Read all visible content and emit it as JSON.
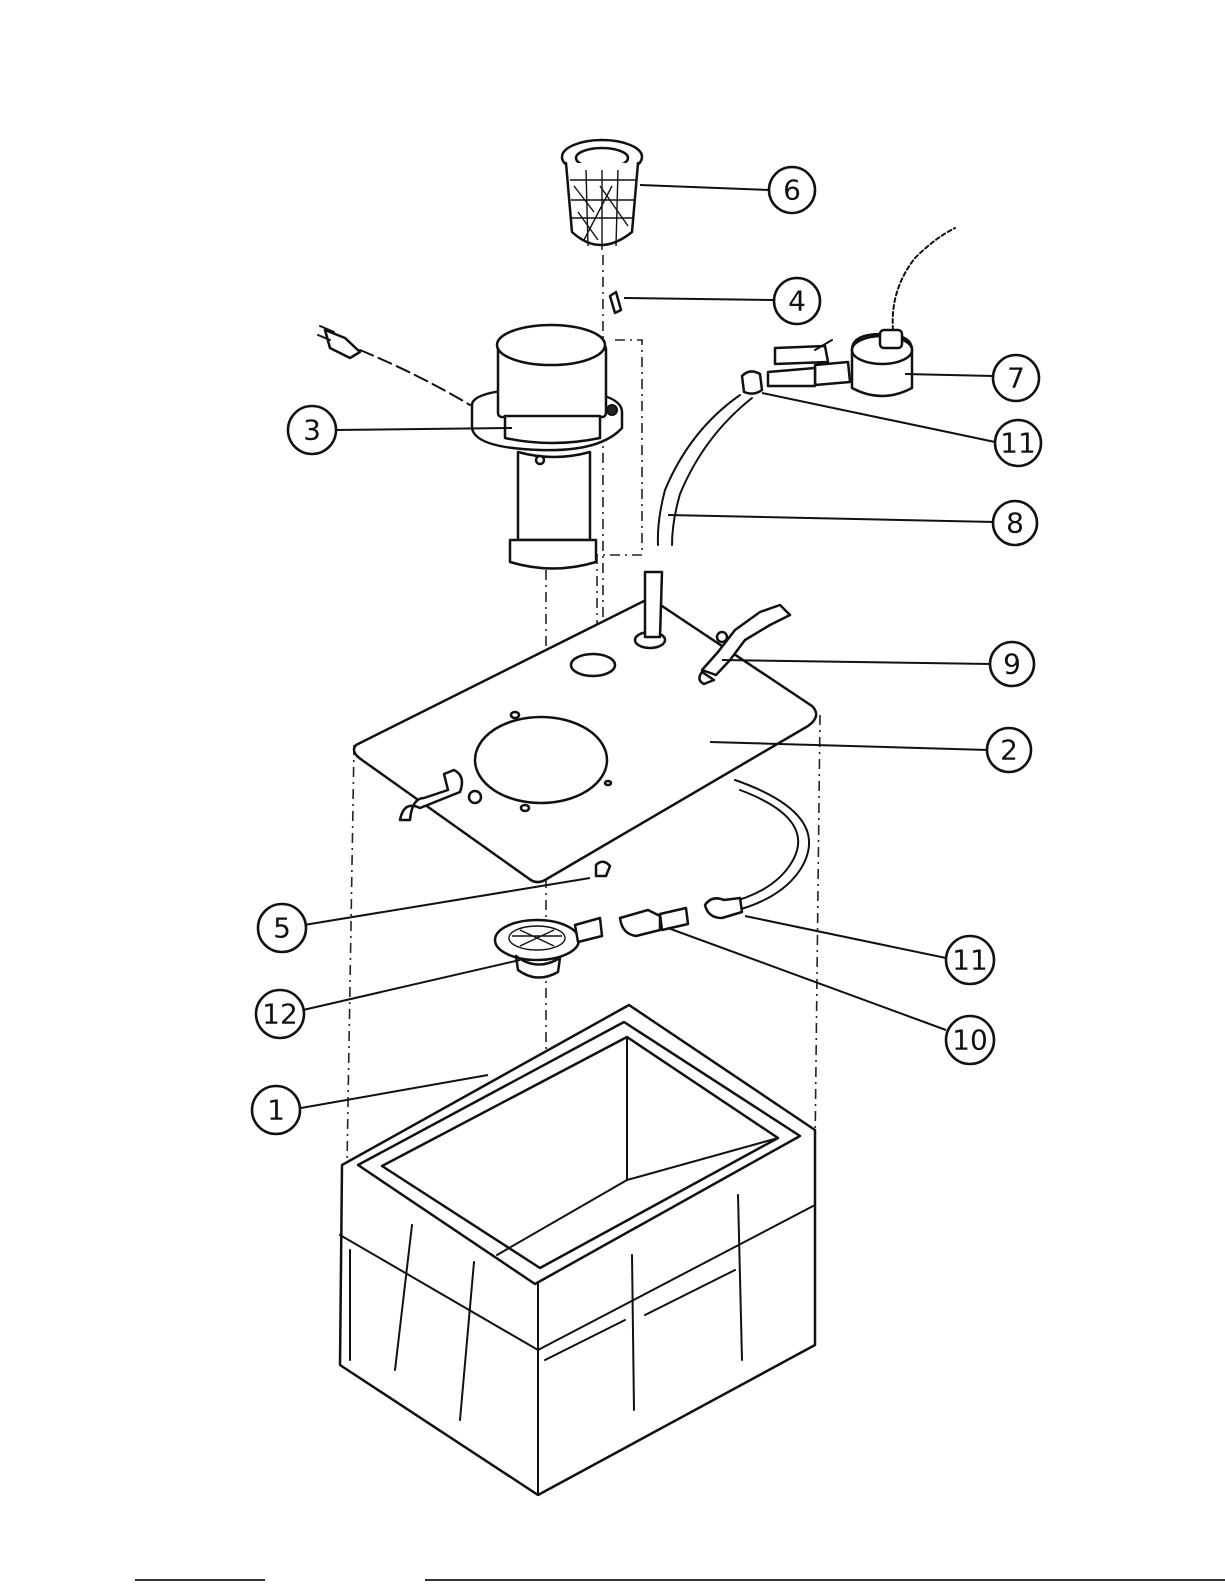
{
  "callouts": [
    {
      "label": "1"
    },
    {
      "label": "2"
    },
    {
      "label": "3"
    },
    {
      "label": "4"
    },
    {
      "label": "5"
    },
    {
      "label": "6"
    },
    {
      "label": "7"
    },
    {
      "label": "8"
    },
    {
      "label": "9"
    },
    {
      "label": "10"
    },
    {
      "label": "11"
    },
    {
      "label": "11"
    },
    {
      "label": "12"
    }
  ]
}
